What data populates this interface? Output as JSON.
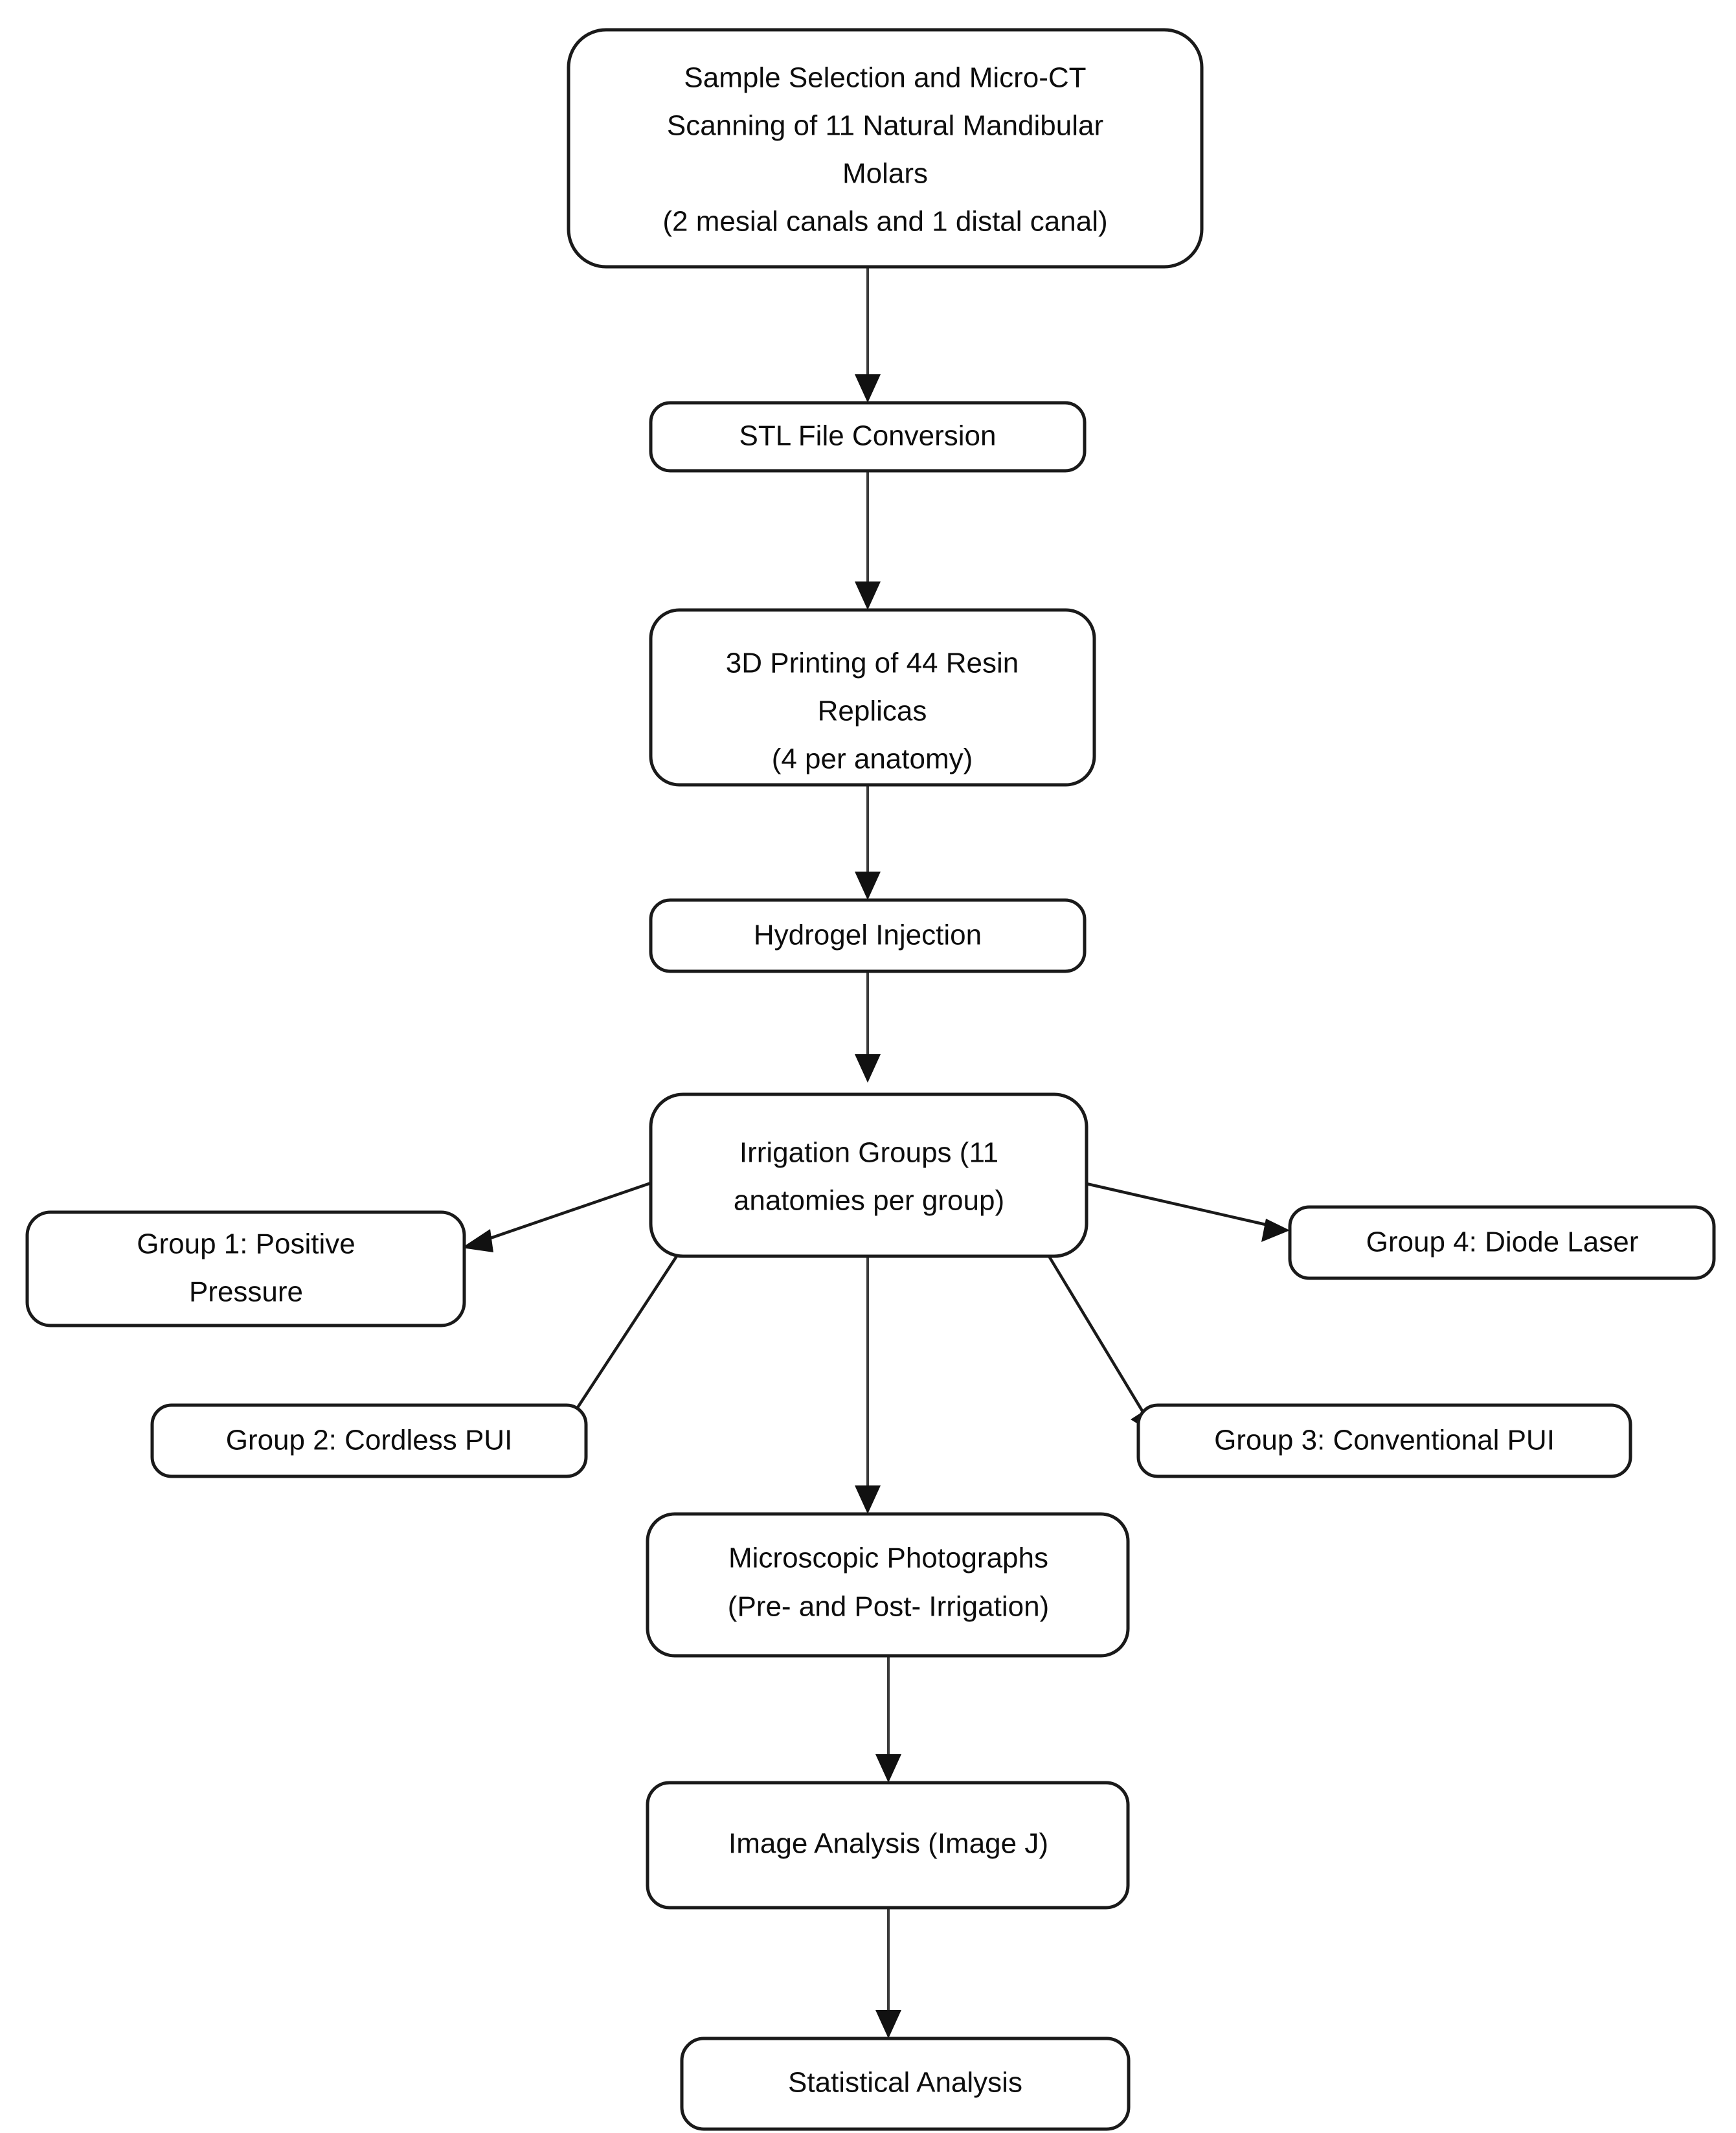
{
  "diagram": {
    "title": "Study Workflow Flowchart",
    "type": "flowchart",
    "background_color": "#ffffff",
    "node_fill": "#ffffff",
    "node_stroke": "#1a1a1a",
    "text_color": "#0d0d0d",
    "edge_color": "#3a3a3a"
  },
  "nodes": [
    {
      "id": "sample-selection",
      "lines": [
        "Sample Selection and Micro-CT",
        "Scanning of 11 Natural Mandibular",
        "Molars",
        "(2 mesial canals and 1 distal canal)"
      ]
    },
    {
      "id": "stl-conversion",
      "lines": [
        "STL File Conversion"
      ]
    },
    {
      "id": "resin-printing",
      "lines": [
        "3D Printing of 44 Resin",
        "Replicas",
        "(4 per anatomy)"
      ]
    },
    {
      "id": "hydrogel-injection",
      "lines": [
        "Hydrogel Injection"
      ]
    },
    {
      "id": "irrigation-groups",
      "lines": [
        "Irrigation Groups (11",
        "anatomies per group)"
      ]
    },
    {
      "id": "group-1",
      "lines": [
        "Group 1: Positive",
        "Pressure"
      ]
    },
    {
      "id": "group-2",
      "lines": [
        "Group 2: Cordless PUI"
      ]
    },
    {
      "id": "group-3",
      "lines": [
        "Group 3: Conventional PUI"
      ]
    },
    {
      "id": "group-4",
      "lines": [
        "Group 4: Diode Laser"
      ]
    },
    {
      "id": "microscopic-photographs",
      "lines": [
        "Microscopic Photographs",
        "(Pre- and Post- Irrigation)"
      ]
    },
    {
      "id": "image-analysis",
      "lines": [
        "Image Analysis (Image J)"
      ]
    },
    {
      "id": "statistical-analysis",
      "lines": [
        "Statistical Analysis"
      ]
    }
  ],
  "text": {
    "n0l0": "Sample Selection and Micro-CT",
    "n0l1": "Scanning of 11 Natural Mandibular",
    "n0l2": "Molars",
    "n0l3": "(2 mesial canals and 1 distal canal)",
    "n1l0": "STL File Conversion",
    "n2l0": "3D Printing of 44 Resin",
    "n2l1": "Replicas",
    "n2l2": "(4 per anatomy)",
    "n3l0": "Hydrogel Injection",
    "n4l0": "Irrigation Groups (11",
    "n4l1": "anatomies per group)",
    "n5l0": "Group 1: Positive",
    "n5l1": "Pressure",
    "n6l0": "Group 2: Cordless PUI",
    "n7l0": "Group 3: Conventional PUI",
    "n8l0": "Group 4: Diode Laser",
    "n9l0": "Microscopic Photographs",
    "n9l1": "(Pre- and Post- Irrigation)",
    "n10l0": "Image Analysis (Image J)",
    "n11l0": "Statistical Analysis"
  },
  "edges": [
    {
      "from": "sample-selection",
      "to": "stl-conversion"
    },
    {
      "from": "stl-conversion",
      "to": "resin-printing"
    },
    {
      "from": "resin-printing",
      "to": "hydrogel-injection"
    },
    {
      "from": "hydrogel-injection",
      "to": "irrigation-groups"
    },
    {
      "from": "irrigation-groups",
      "to": "group-1"
    },
    {
      "from": "irrigation-groups",
      "to": "group-2"
    },
    {
      "from": "irrigation-groups",
      "to": "group-3"
    },
    {
      "from": "irrigation-groups",
      "to": "group-4"
    },
    {
      "from": "irrigation-groups",
      "to": "microscopic-photographs"
    },
    {
      "from": "microscopic-photographs",
      "to": "image-analysis"
    },
    {
      "from": "image-analysis",
      "to": "statistical-analysis"
    }
  ]
}
